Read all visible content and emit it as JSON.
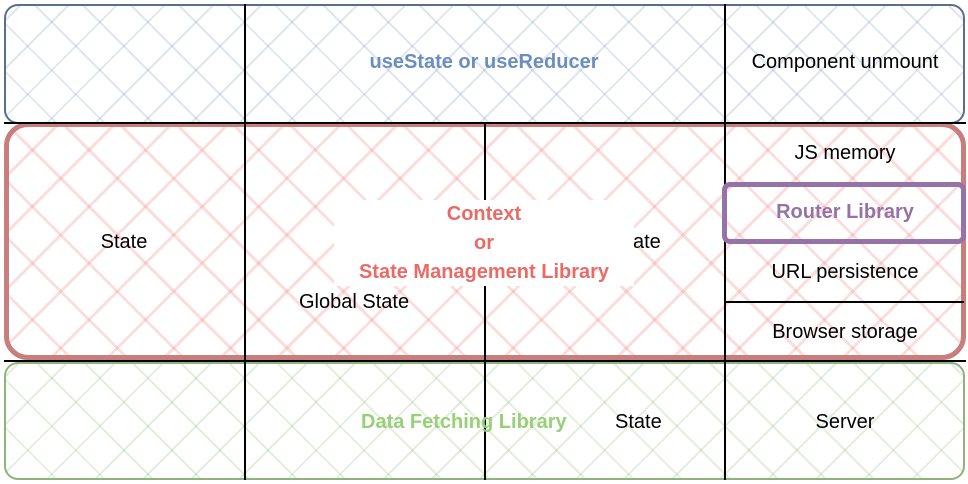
{
  "diagram": {
    "colors": {
      "blue": "#6c8ebf",
      "red": "#ea6b66",
      "green": "#82b366",
      "purple": "#9673a6",
      "line": "#000000"
    },
    "regions": {
      "blue_label": "useState or useReducer",
      "red_label_line1": "Context",
      "red_label_line2": "or",
      "red_label_line3": "State Management Library",
      "green_label": "Data Fetching Library",
      "purple_label": "Router Library"
    },
    "cells": {
      "component_unmount": "Component unmount",
      "js_memory": "JS memory",
      "url_persistence": "URL persistence",
      "browser_storage": "Browser storage",
      "server": "Server",
      "state_left": "State",
      "state_mid_partial": "ate",
      "global_state": "Global State",
      "state_bottom": "State"
    }
  }
}
